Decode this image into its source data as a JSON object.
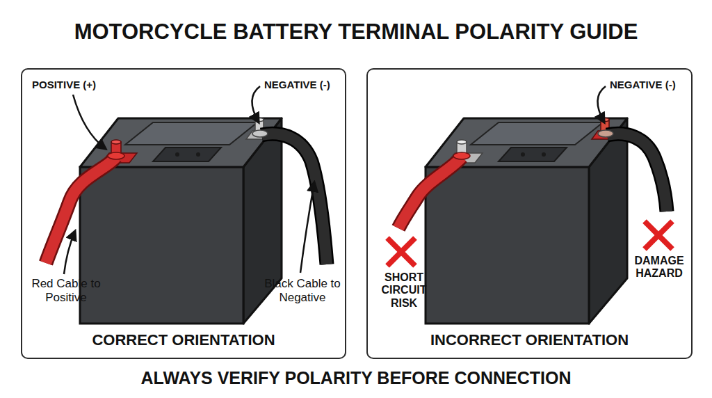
{
  "diagram": {
    "title": "MOTORCYCLE BATTERY TERMINAL POLARITY GUIDE",
    "caption": "ALWAYS VERIFY POLARITY BEFORE CONNECTION",
    "nodes": [
      {
        "text": [
          "CORRECT ORIENTATION"
        ]
      },
      {
        "text": [
          "INCORRECT ORIENTATION"
        ]
      }
    ],
    "labels": [
      "POSITIVE (+)",
      "NEGATIVE (-)",
      "Red Cable to Positive",
      "Black Cable to Negative",
      "NEGATIVE (-)",
      "SHORT CIRCUIT RISK",
      "DAMAGE HAZARD"
    ]
  }
}
